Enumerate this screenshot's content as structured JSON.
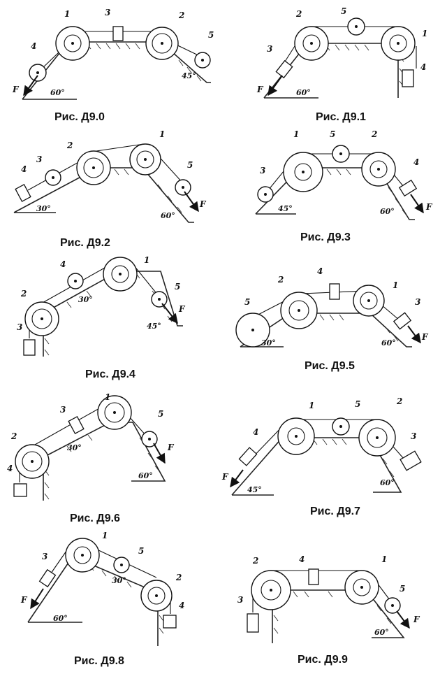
{
  "diagrams": [
    {
      "id": "0",
      "caption": "Рис. Д9.0",
      "angles": [
        "60°",
        "45°"
      ],
      "labels": [
        "1",
        "2",
        "3",
        "4",
        "5"
      ],
      "force": "F"
    },
    {
      "id": "1",
      "caption": "Рис. Д9.1",
      "angles": [
        "60°"
      ],
      "labels": [
        "1",
        "2",
        "3",
        "4",
        "5"
      ],
      "force": "F"
    },
    {
      "id": "2",
      "caption": "Рис. Д9.2",
      "angles": [
        "30°",
        "60°"
      ],
      "labels": [
        "1",
        "2",
        "3",
        "4",
        "5"
      ],
      "force": "F"
    },
    {
      "id": "3",
      "caption": "Рис. Д9.3",
      "angles": [
        "45°",
        "60°"
      ],
      "labels": [
        "1",
        "2",
        "3",
        "4",
        "5"
      ],
      "force": "F"
    },
    {
      "id": "4",
      "caption": "Рис. Д9.4",
      "angles": [
        "30°",
        "45°"
      ],
      "labels": [
        "1",
        "2",
        "3",
        "4",
        "5"
      ],
      "force": "F"
    },
    {
      "id": "5",
      "caption": "Рис. Д9.5",
      "angles": [
        "30°",
        "60°"
      ],
      "labels": [
        "1",
        "2",
        "3",
        "4",
        "5"
      ],
      "force": "F"
    },
    {
      "id": "6",
      "caption": "Рис. Д9.6",
      "angles": [
        "30°",
        "60°"
      ],
      "labels": [
        "1",
        "2",
        "3",
        "4",
        "5"
      ],
      "force": "F"
    },
    {
      "id": "7",
      "caption": "Рис. Д9.7",
      "angles": [
        "45°",
        "60°"
      ],
      "labels": [
        "1",
        "2",
        "3",
        "4",
        "5"
      ],
      "force": "F"
    },
    {
      "id": "8",
      "caption": "Рис. Д9.8",
      "angles": [
        "60°",
        "30°"
      ],
      "labels": [
        "1",
        "2",
        "3",
        "4",
        "5"
      ],
      "force": "F"
    },
    {
      "id": "9",
      "caption": "Рис. Д9.9",
      "angles": [
        "60°"
      ],
      "labels": [
        "1",
        "2",
        "3",
        "4",
        "5"
      ],
      "force": "F"
    }
  ]
}
